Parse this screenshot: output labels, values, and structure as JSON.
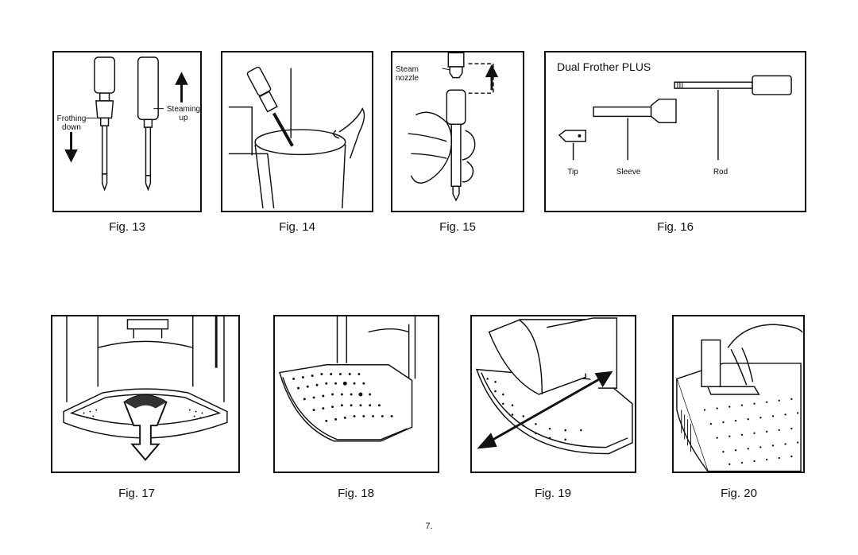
{
  "figures": {
    "fig13": {
      "caption": "Fig. 13",
      "frothing_label": "Frothing down",
      "steaming_label": "Steaming up"
    },
    "fig14": {
      "caption": "Fig. 14"
    },
    "fig15": {
      "caption": "Fig. 15",
      "nozzle_label": "Steam nozzle"
    },
    "fig16": {
      "caption": "Fig. 16",
      "title": "Dual Frother PLUS",
      "tip_label": "Tip",
      "sleeve_label": "Sleeve",
      "rod_label": "Rod"
    },
    "fig17": {
      "caption": "Fig. 17"
    },
    "fig18": {
      "caption": "Fig. 18"
    },
    "fig19": {
      "caption": "Fig. 19"
    },
    "fig20": {
      "caption": "Fig. 20"
    }
  },
  "page_number": "7."
}
